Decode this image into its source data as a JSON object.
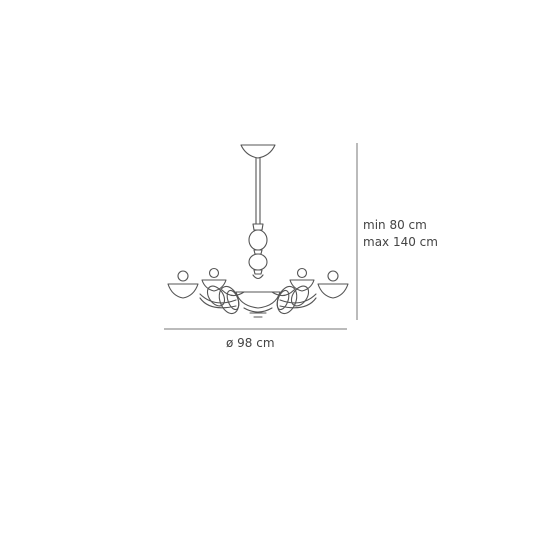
{
  "dimensions": {
    "height_min": "min 80 cm",
    "height_max": "max 140 cm",
    "diameter": "ø 98 cm"
  },
  "colors": {
    "line": "#555555",
    "dimension_line": "#777777",
    "text": "#444444",
    "background": "#ffffff"
  }
}
